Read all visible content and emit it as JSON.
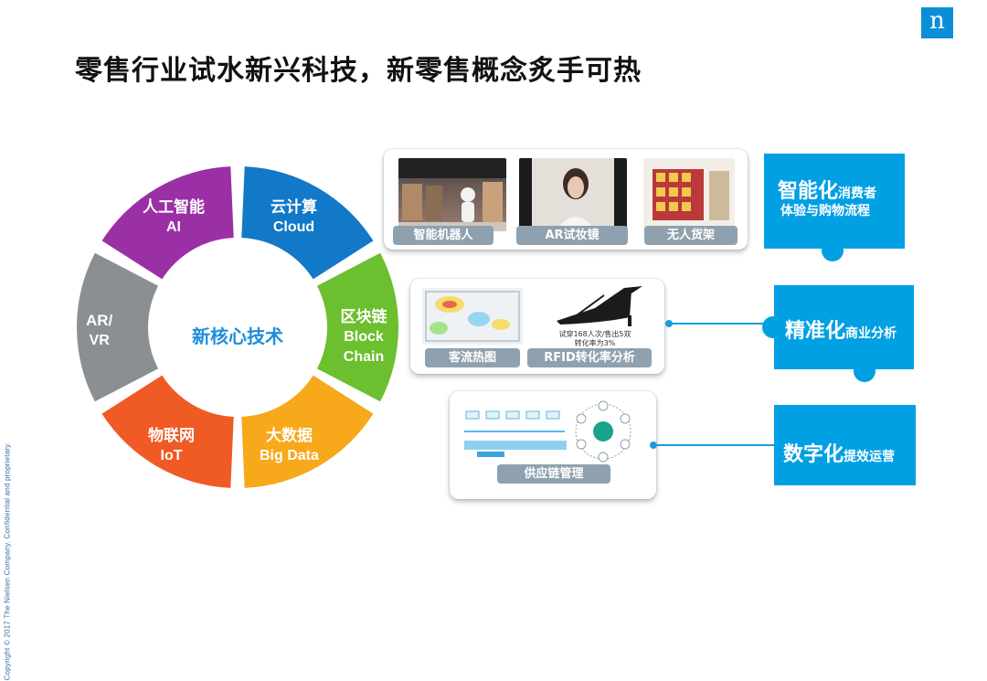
{
  "header": {
    "title": "零售行业试水新兴科技，新零售概念炙手可热",
    "logo_letter": "n",
    "copyright": "Copyright © 2017 The Nielsen Company. Confidential and proprietary."
  },
  "ring": {
    "center": "新核心技术",
    "segments": [
      {
        "zh": "云计算",
        "en": "Cloud",
        "color": "#1278c8"
      },
      {
        "zh": "区块链",
        "en": "Block Chain",
        "color": "#6cbf2e"
      },
      {
        "zh": "大数据",
        "en": "Big Data",
        "color": "#f7a81b"
      },
      {
        "zh": "物联网",
        "en": "IoT",
        "color": "#f05a24"
      },
      {
        "zh": "AR/",
        "en": "VR",
        "color": "#8a8f93"
      },
      {
        "zh": "人工智能",
        "en": "AI",
        "color": "#9b2fa5"
      }
    ]
  },
  "cards": {
    "row1": [
      "智能机器人",
      "AR试妆镜",
      "无人货架"
    ],
    "row2": [
      "客流热图",
      "RFID转化率分析"
    ],
    "row2_photo_text": [
      "试穿168人次/售出5双",
      "转化率为3%"
    ],
    "row3": [
      "供应链管理"
    ]
  },
  "puzzle": [
    {
      "big": "智能化",
      "small": "消费者",
      "line2": "体验与购物流程"
    },
    {
      "big": "精准化",
      "small": "商业分析"
    },
    {
      "big": "数字化",
      "small": "提效运营"
    }
  ],
  "colors": {
    "accent": "#00a0e3",
    "caption": "#8fa1ae"
  }
}
